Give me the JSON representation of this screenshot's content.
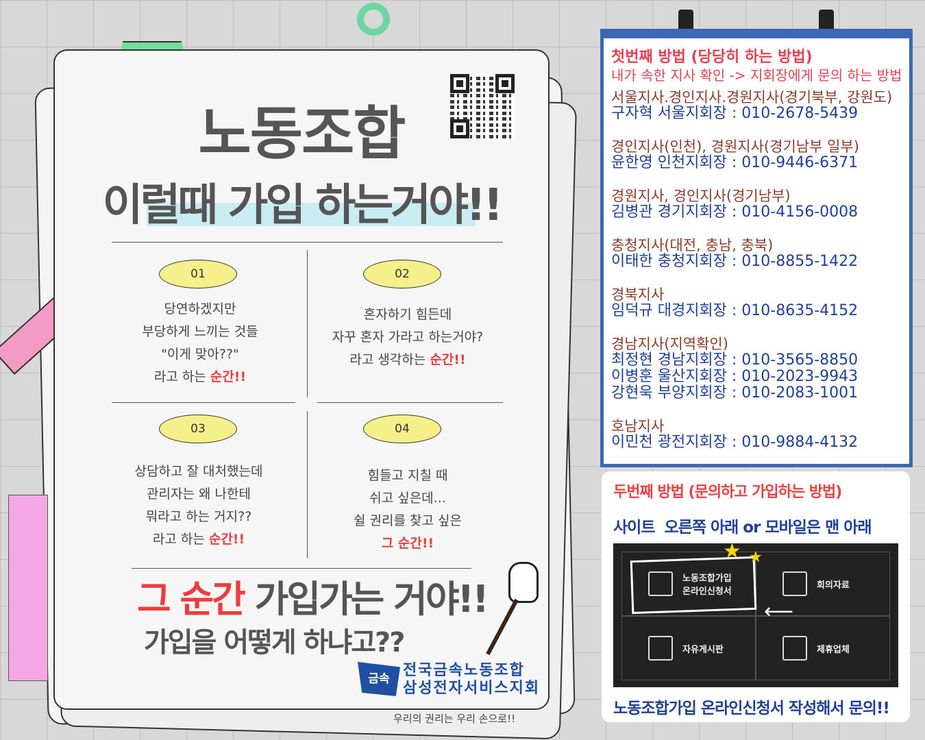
{
  "poster": {
    "title": "노동조합",
    "subtitle": "이럴때 가입 하는거야!!",
    "items": [
      {
        "num": "01",
        "lines": [
          "당연하겠지만",
          "부당하게 느끼는 것들",
          "\"이게 맞아??\""
        ],
        "last_plain": "라고 하는 ",
        "last_red": "순간!!"
      },
      {
        "num": "02",
        "lines": [
          "혼자하기 힘든데",
          "자꾸 혼자 가라고 하는거야?"
        ],
        "last_plain": "라고 생각하는 ",
        "last_red": "순간!!"
      },
      {
        "num": "03",
        "lines": [
          "상담하고 잘 대처했는데",
          "관리자는 왜 나한테",
          "뭐라고 하는 거지??"
        ],
        "last_plain": "라고 하는 ",
        "last_red": "순간!!"
      },
      {
        "num": "04",
        "lines": [
          "힘들고 지칠 때",
          "쉬고 싶은데...",
          "쉴 권리를 찾고 싶은"
        ],
        "last_plain": "",
        "last_red": "그 순간!!"
      }
    ],
    "cta_red": "그 순간",
    "cta_rest": " 가입가는 거야!!",
    "question": "가입을 어떻게 하냐고??",
    "org_line1": "전국금속노동조합",
    "org_line2": "삼성전자서비스지회",
    "logo_text": "금속",
    "slogan": "우리의 권리는 우리 손으로!!"
  },
  "method1": {
    "title": "첫번째 방법 (당당히 하는 방법)",
    "subtitle": "내가 속한 지사 확인 -> 지회장에게 문의 하는 방법",
    "branches": [
      {
        "region": "서울지사.경인지사.경원지사(경기북부, 강원도)",
        "contacts": [
          "구자혁 서울지회장 : 010-2678-5439"
        ]
      },
      {
        "region": "경인지사(인천), 경원지사(경기남부 일부)",
        "contacts": [
          "윤한영 인천지회장 : 010-9446-6371"
        ]
      },
      {
        "region": "경원지사, 경인지사(경기남부)",
        "contacts": [
          "김병관 경기지회장 : 010-4156-0008"
        ]
      },
      {
        "region": "충청지사(대전, 충남, 충북)",
        "contacts": [
          "이태한 충청지회장 : 010-8855-1422"
        ]
      },
      {
        "region": "경북지사",
        "contacts": [
          "임덕규 대경지회장 : 010-8635-4152"
        ]
      },
      {
        "region": "경남지사(지역확인)",
        "contacts": [
          "최정현 경남지회장 : 010-3565-8850",
          "이병훈 울산지회장 : 010-2023-9943",
          "강현욱 부양지회장 : 010-2083-1001"
        ]
      },
      {
        "region": "호남지사",
        "contacts": [
          "이민천 광전지회장 : 010-9884-4132"
        ]
      }
    ]
  },
  "method2": {
    "title": "두번째 방법 (문의하고 가입하는 방법)",
    "subtitle": "사이트  오른쪽 아래 or 모바일은 맨 아래",
    "menu": [
      {
        "line1": "노동조합가입",
        "line2": "온라인신청서"
      },
      {
        "line1": "회의자료",
        "line2": ""
      },
      {
        "line1": "자유게시판",
        "line2": ""
      },
      {
        "line1": "제휴업체",
        "line2": ""
      }
    ],
    "footer": "노동조합가입 온라인신청서 작성해서 문의!!"
  }
}
